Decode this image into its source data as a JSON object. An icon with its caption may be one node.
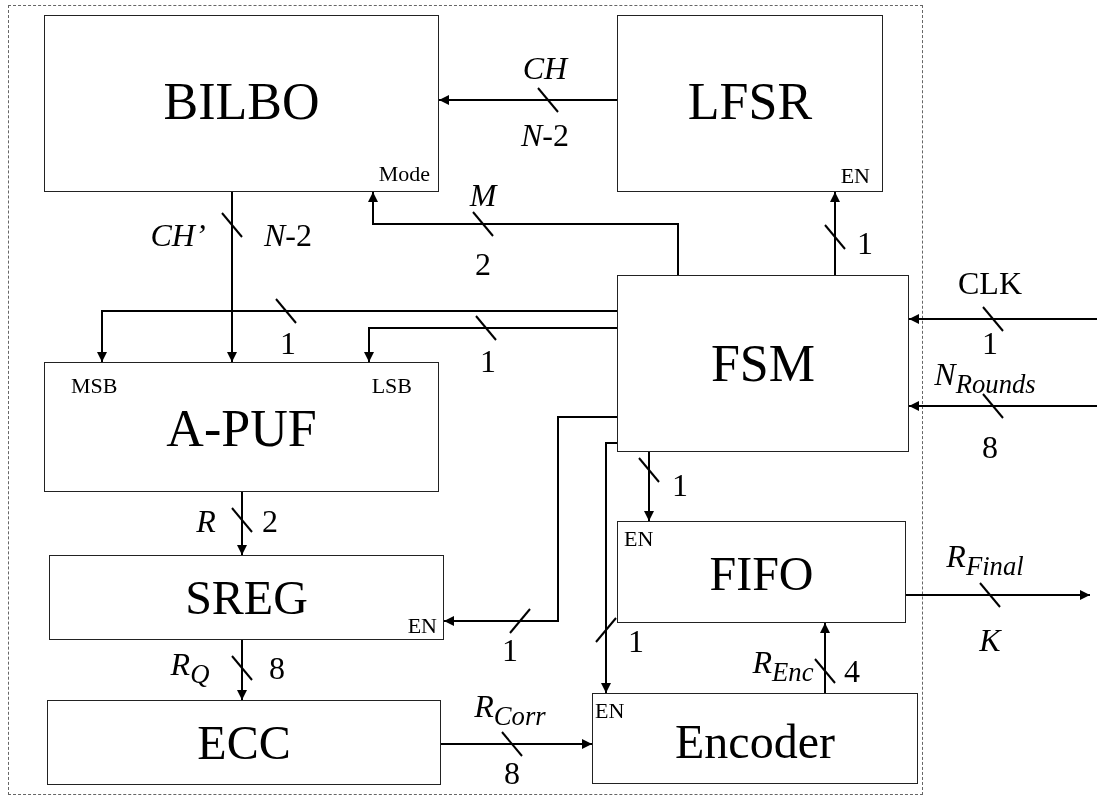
{
  "diagram": {
    "nodes": [
      {
        "text": [
          "BILBO",
          "Mode"
        ]
      },
      {
        "text": [
          "LFSR",
          "EN"
        ]
      },
      {
        "text": [
          "FSM"
        ]
      },
      {
        "text": [
          "A-PUF",
          "MSB",
          "LSB"
        ]
      },
      {
        "text": [
          "SREG",
          "EN"
        ]
      },
      {
        "text": [
          "ECC"
        ]
      },
      {
        "text": [
          "FIFO",
          "EN"
        ]
      },
      {
        "text": [
          "Encoder",
          "EN"
        ]
      }
    ],
    "edges": [
      {
        "from": 1,
        "to": 0,
        "arrow": "to",
        "label": "CH"
      },
      {
        "from": 0,
        "to": 3,
        "arrow": "to",
        "label": "CH’"
      },
      {
        "from": 2,
        "to": 0,
        "arrow": "to",
        "label": "M"
      },
      {
        "from": 2,
        "to": 1,
        "arrow": "to"
      },
      {
        "from": 2,
        "to": 3,
        "arrow": "to"
      },
      {
        "from": 2,
        "to": 3,
        "arrow": "to"
      },
      {
        "from": null,
        "to": 2,
        "arrow": "to",
        "label": "CLK"
      },
      {
        "from": null,
        "to": 2,
        "arrow": "to",
        "label": "N$_{Rounds}$"
      },
      {
        "from": 2,
        "to": 4,
        "arrow": "to"
      },
      {
        "from": 2,
        "to": 6,
        "arrow": "to"
      },
      {
        "from": 2,
        "to": 7,
        "arrow": "to"
      },
      {
        "from": 3,
        "to": 4,
        "arrow": "to",
        "label": "R"
      },
      {
        "from": 4,
        "to": 5,
        "arrow": "to",
        "label": "R$_{Q}$"
      },
      {
        "from": 5,
        "to": 7,
        "arrow": "to",
        "label": "R$_{Corr}$"
      },
      {
        "from": 7,
        "to": 6,
        "arrow": "to",
        "label": "R$_{Enc}$"
      },
      {
        "from": 6,
        "to": null,
        "arrow": "to",
        "label": "R$_{Final}$"
      }
    ],
    "labels": [
      "*N*-2",
      "*N*-2",
      "2",
      "1",
      "1",
      "1",
      "1",
      "8",
      "1",
      "1",
      "1",
      "2",
      "8",
      "8",
      "4",
      "K"
    ]
  }
}
